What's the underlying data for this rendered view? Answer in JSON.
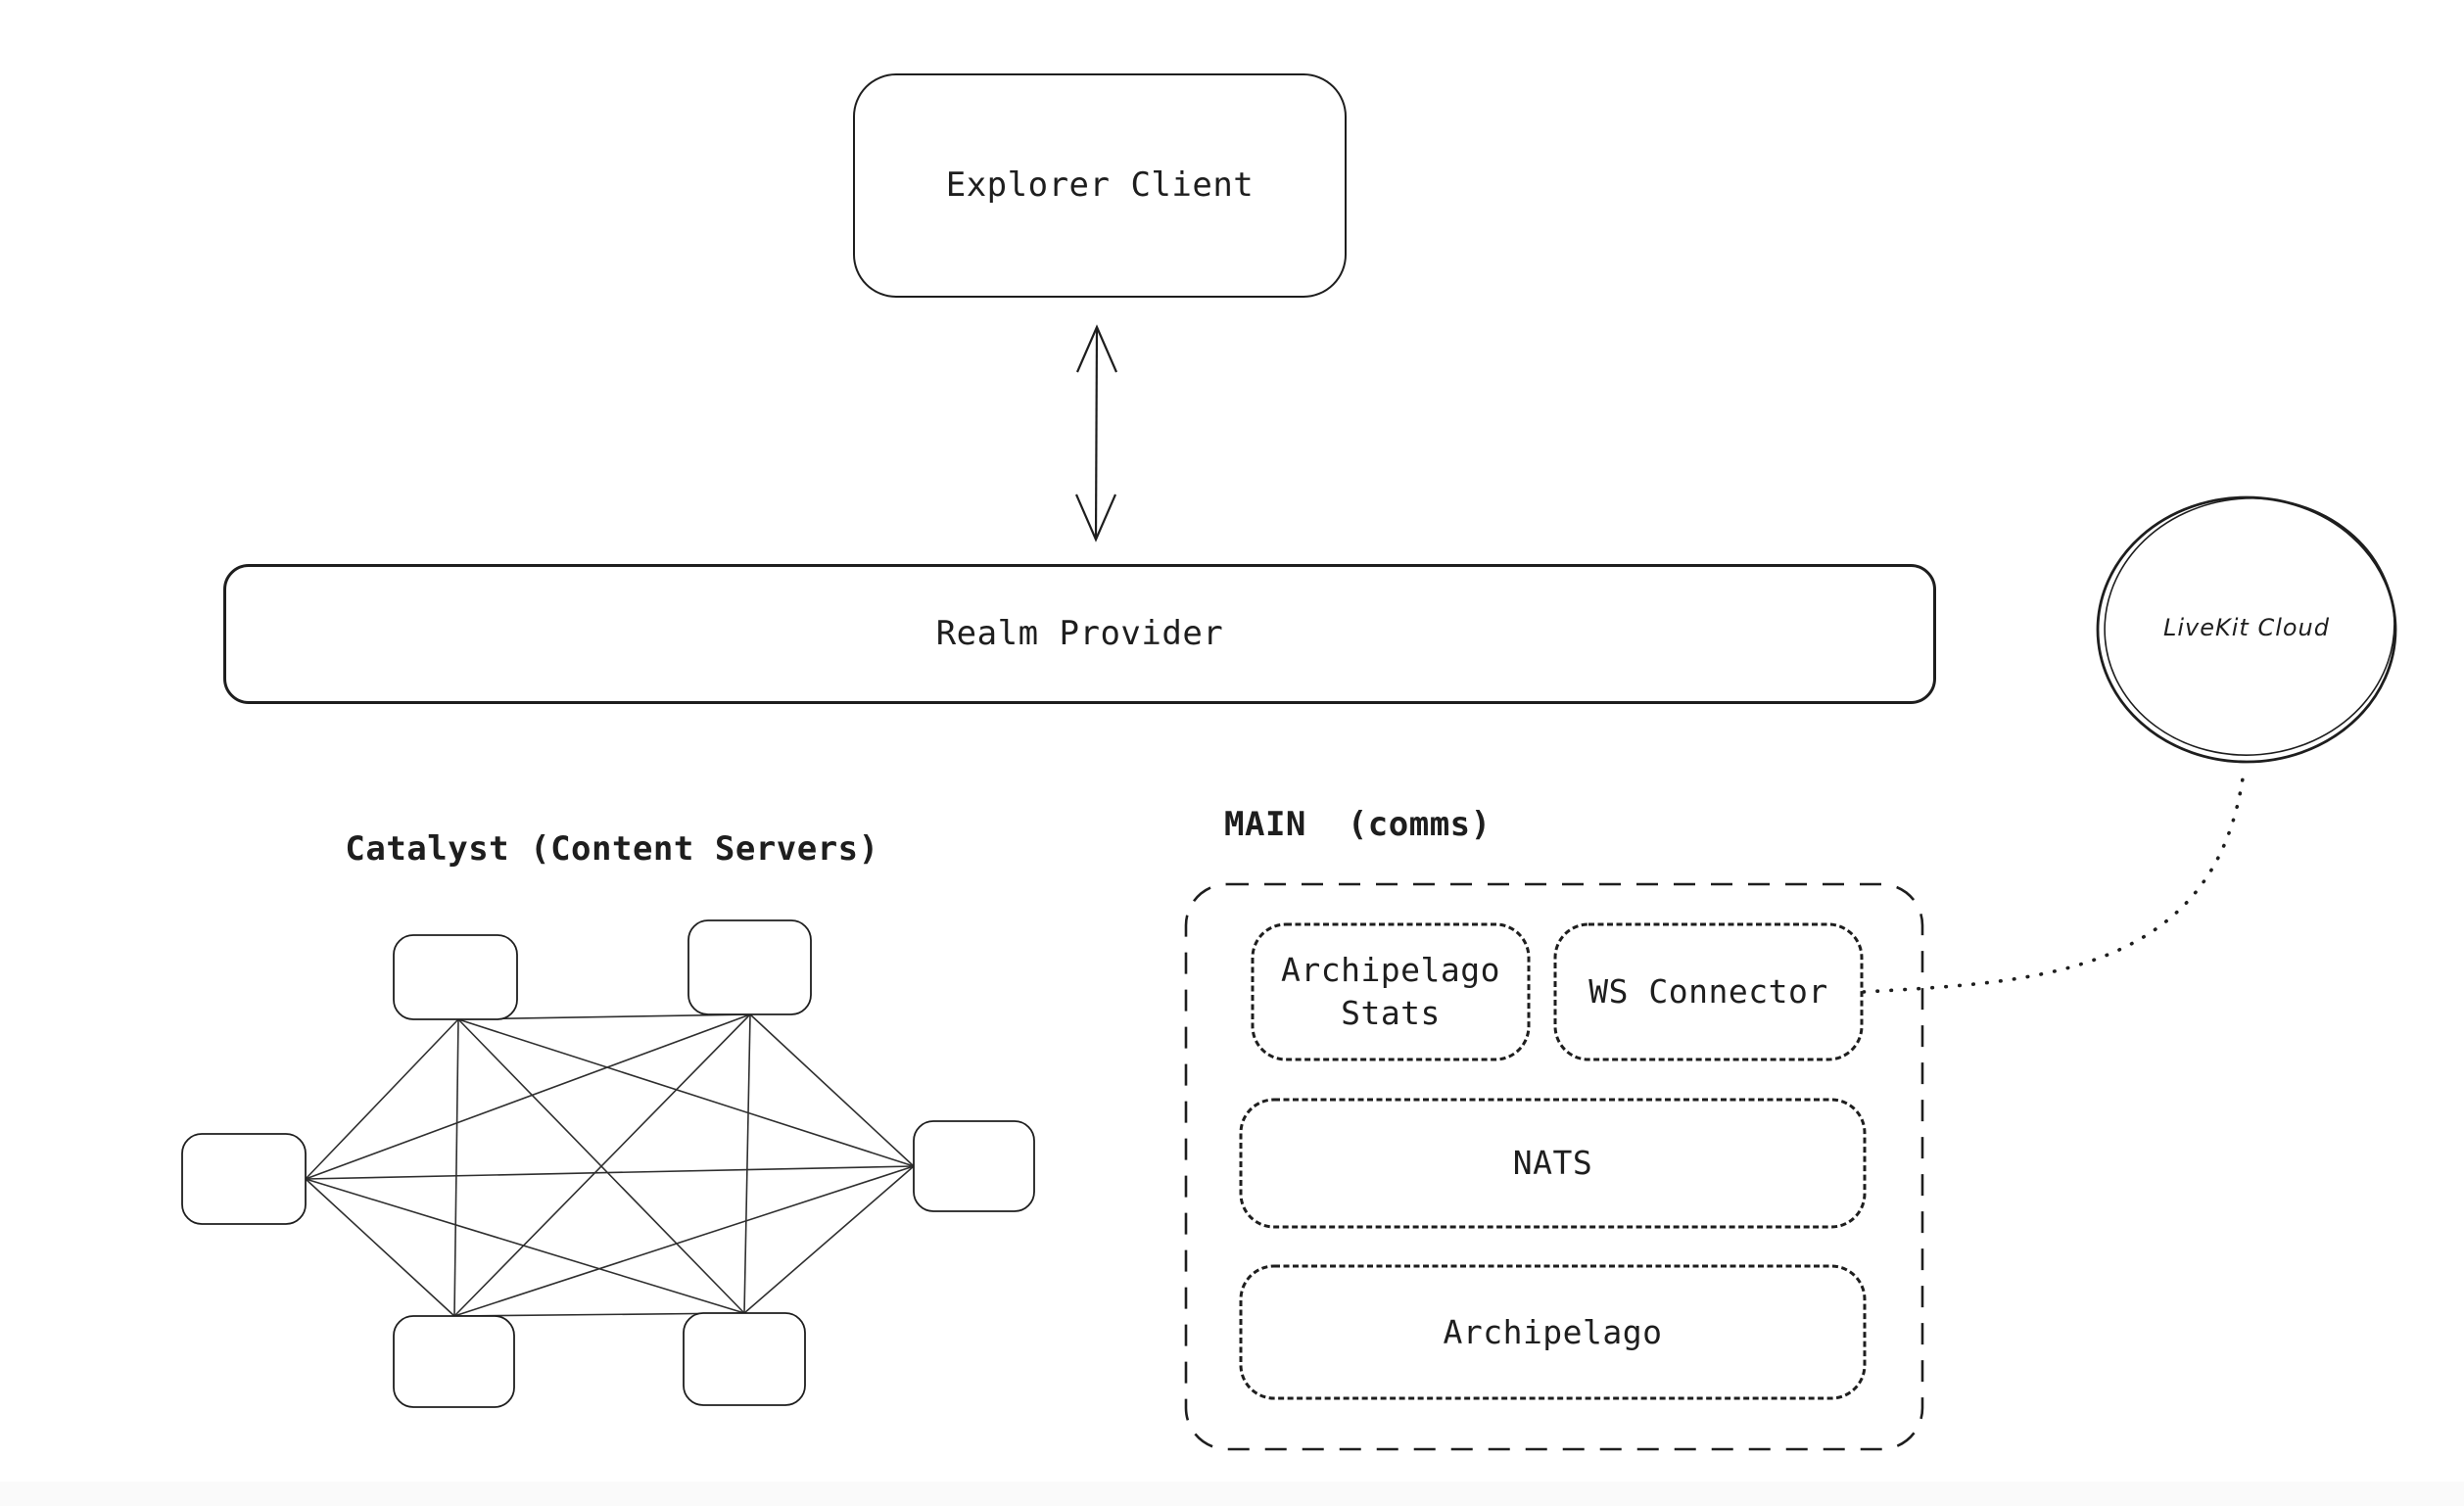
{
  "colors": {
    "ink": "#1e1e1e",
    "background": "#ffffff",
    "footer_strip": "#fafafa"
  },
  "nodes": {
    "explorer_client": {
      "label": "Explorer Client"
    },
    "realm_provider": {
      "label": "Realm Provider"
    },
    "livekit_cloud": {
      "label": "LiveKit Cloud"
    }
  },
  "labels": {
    "catalyst": "Catalyst (Content Servers)",
    "main": "MAIN  (comms)"
  },
  "main_group": {
    "items": {
      "archipelago_stats": "Archipelago Stats",
      "ws_connector": "WS Connector",
      "nats": "NATS",
      "archipelago": "Archipelago"
    }
  },
  "mesh": {
    "group_label": "Catalyst (Content Servers)",
    "node_count": 6,
    "topology": "full mesh"
  },
  "connections": [
    {
      "from": "Explorer Client",
      "to": "Realm Provider",
      "style": "double-arrow"
    },
    {
      "from": "WS Connector",
      "to": "LiveKit Cloud",
      "style": "dotted-curve"
    }
  ]
}
